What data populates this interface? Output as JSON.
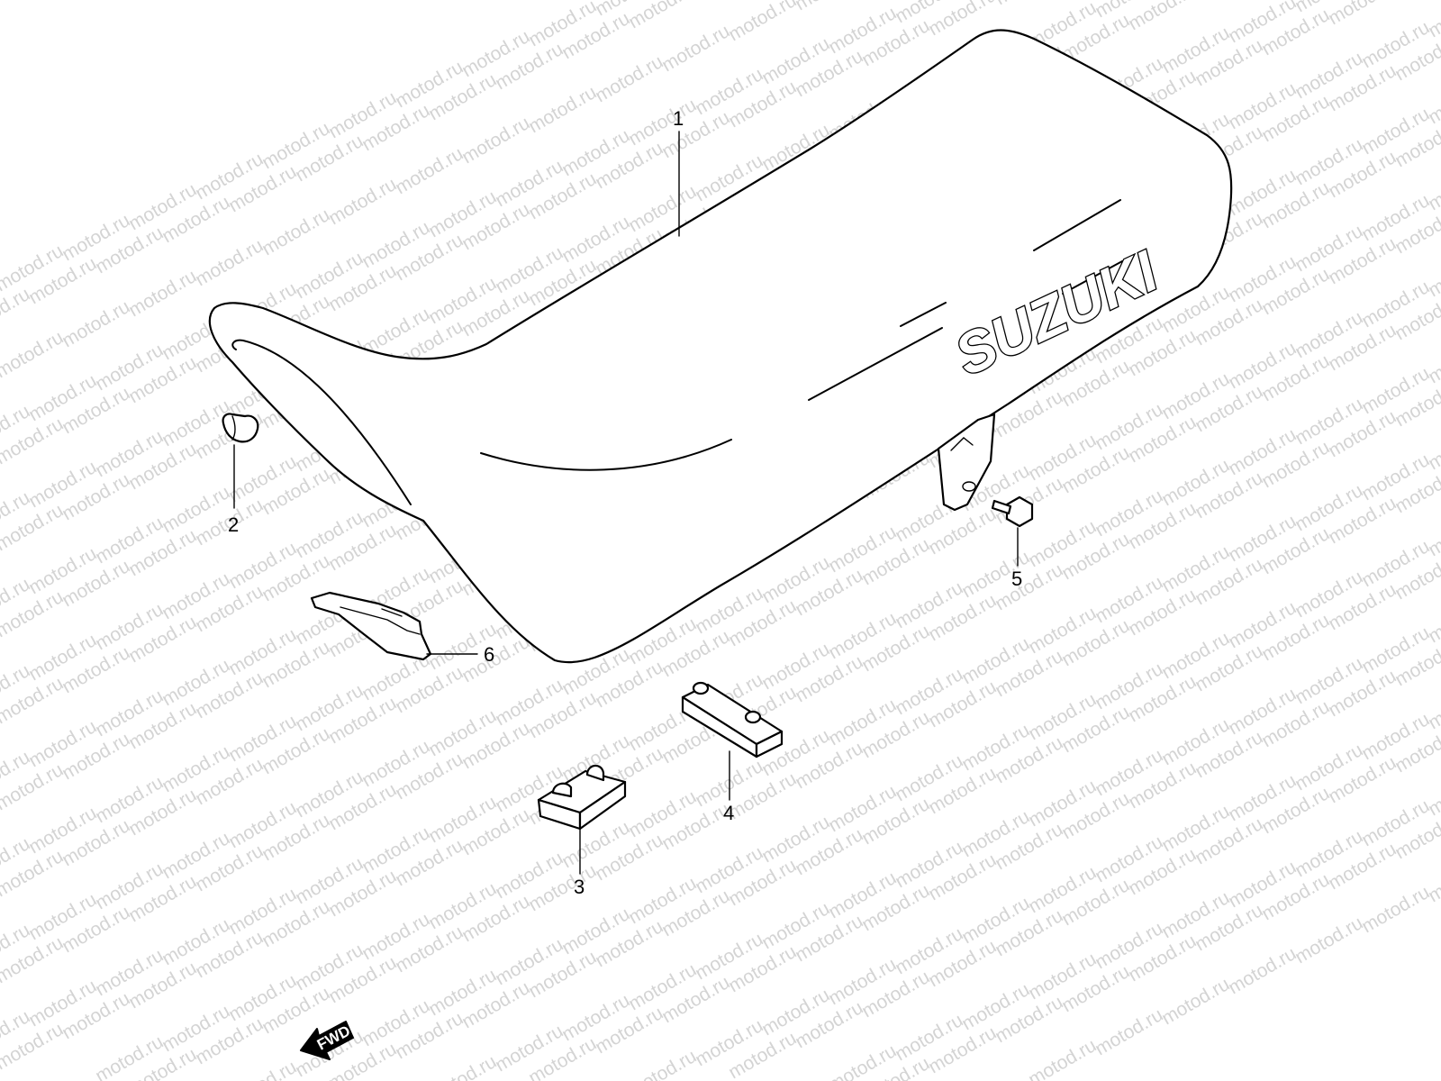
{
  "watermark": {
    "text": "motod.ru"
  },
  "brand_logo": "SUZUKI",
  "direction_arrow": {
    "label": "FWD"
  },
  "callouts": [
    {
      "id": "1",
      "label": "1"
    },
    {
      "id": "2",
      "label": "2"
    },
    {
      "id": "3",
      "label": "3"
    },
    {
      "id": "4",
      "label": "4"
    },
    {
      "id": "5",
      "label": "5"
    },
    {
      "id": "6",
      "label": "6"
    }
  ],
  "colors": {
    "line": "#000000",
    "watermark": "#d4d4d4",
    "background": "#ffffff"
  }
}
